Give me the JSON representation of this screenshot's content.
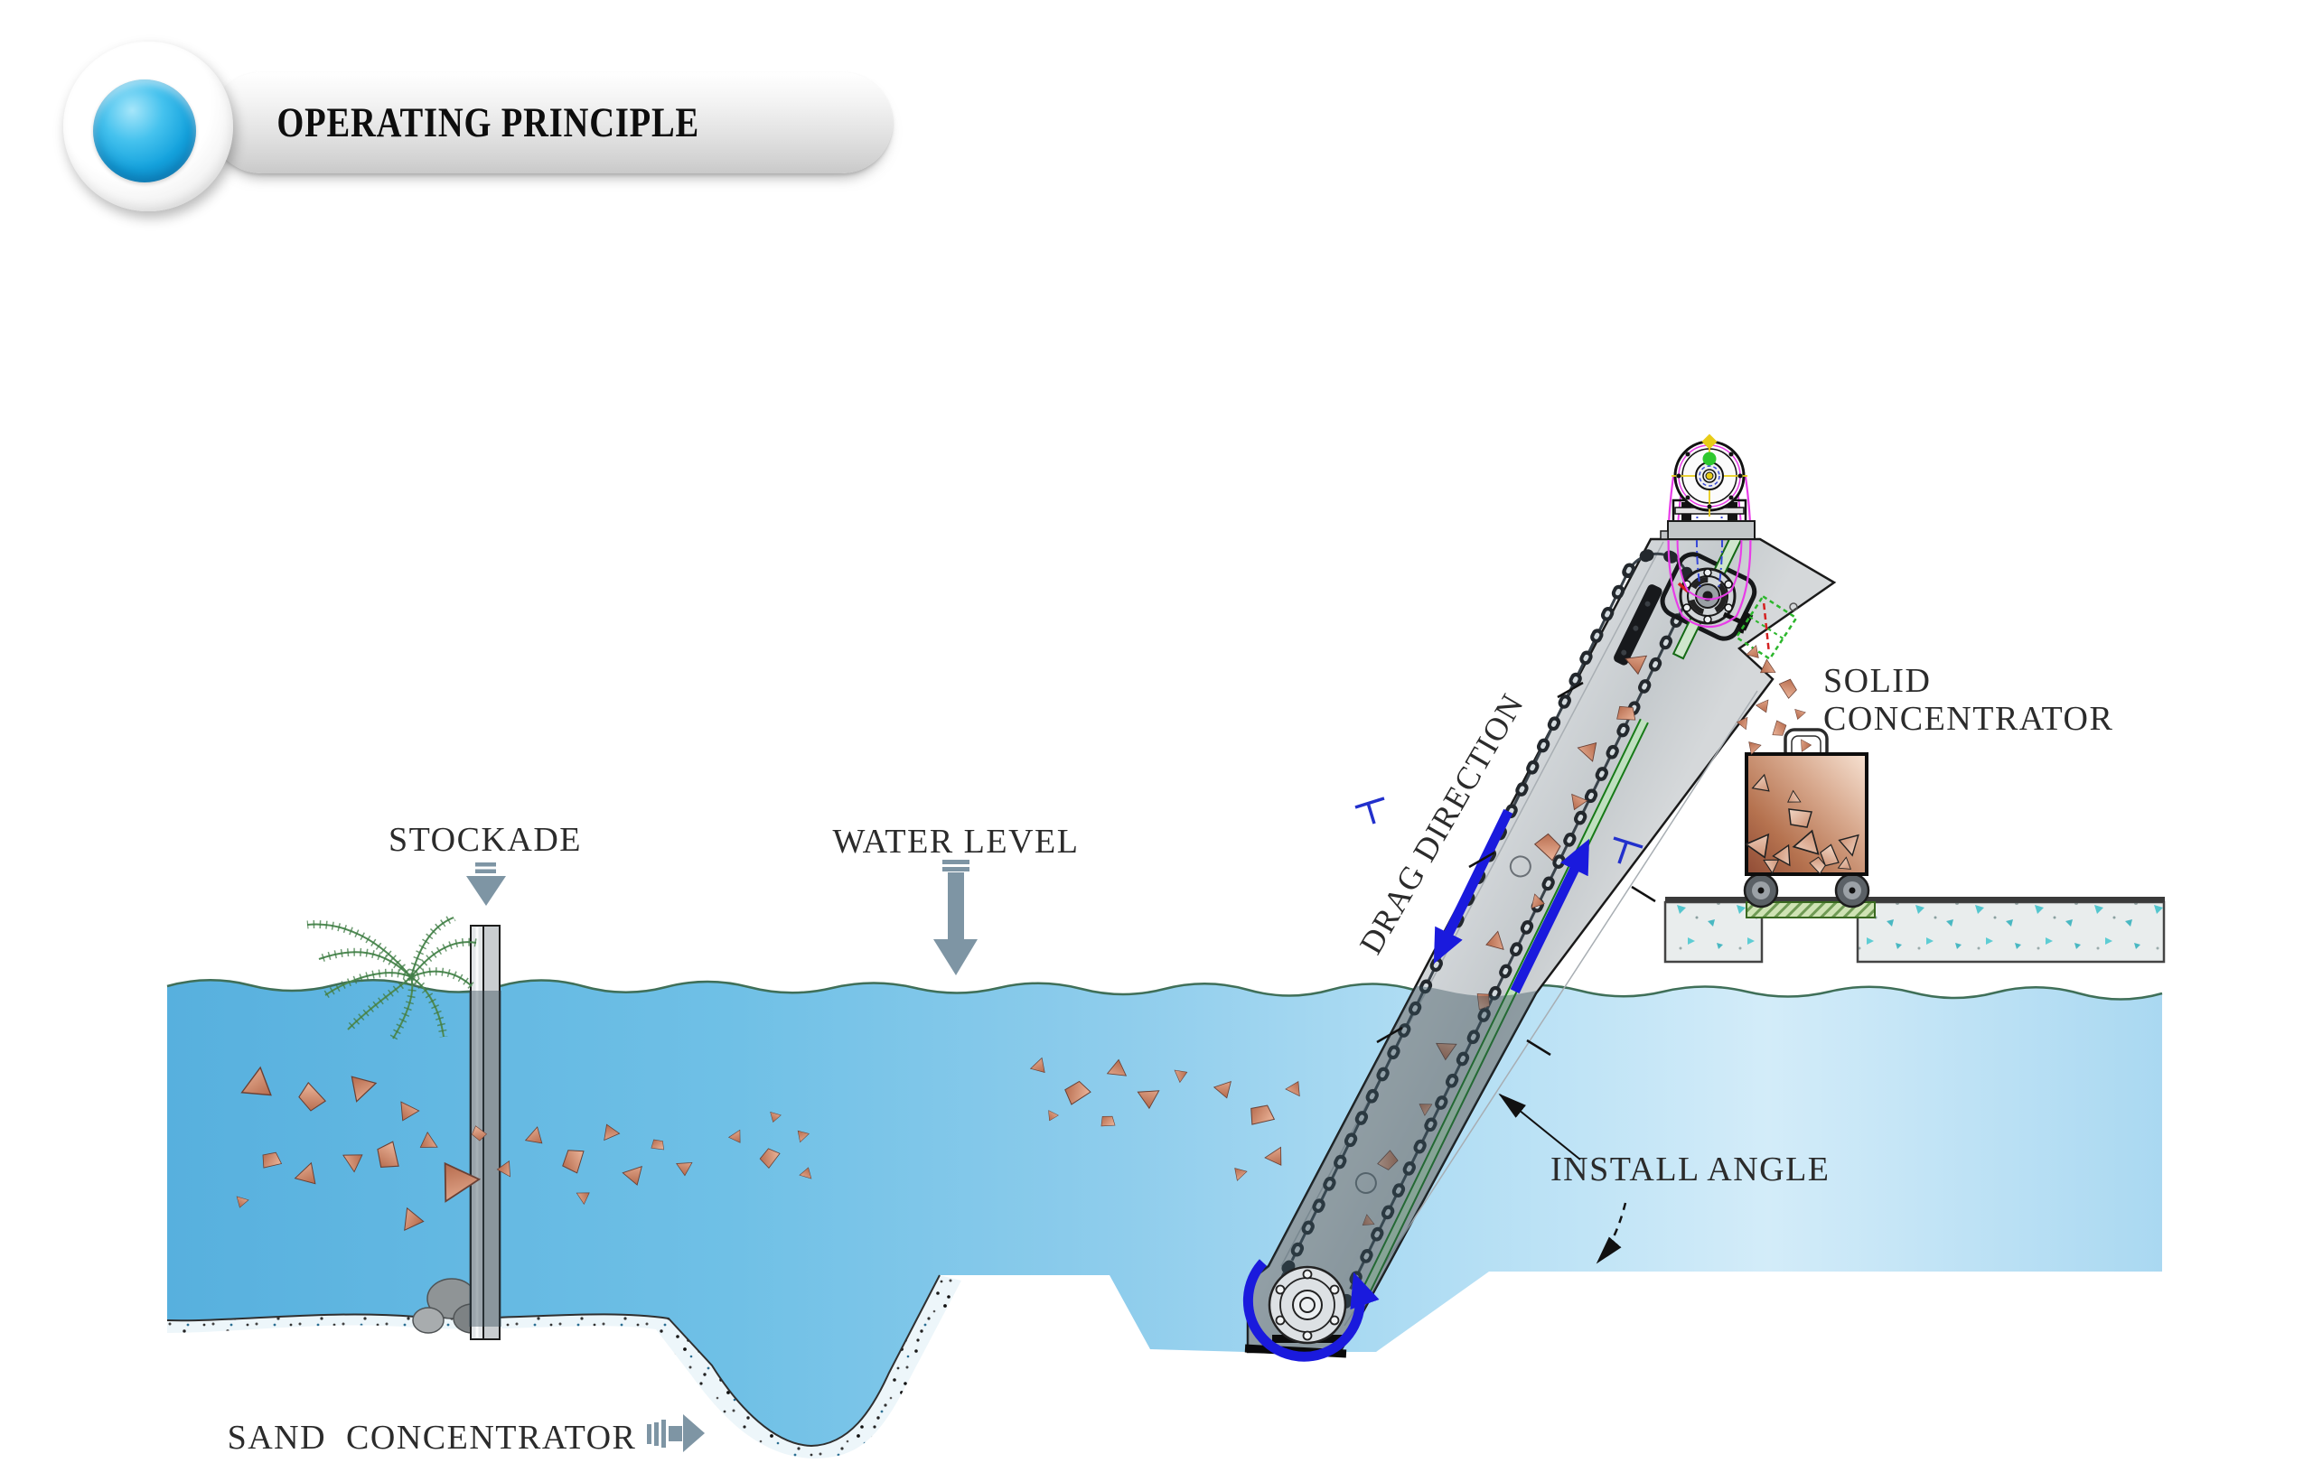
{
  "header": {
    "title": "OPERATING PRINCIPLE",
    "bullet_icon": "glossy-blue-circle-icon"
  },
  "diagram": {
    "labels": {
      "stockade": {
        "text": "STOCKADE",
        "pointer_icon": "down-arrow-icon"
      },
      "water_level": {
        "text": "WATER LEVEL",
        "pointer_icon": "down-arrow-icon"
      },
      "drag_direction": {
        "text": "DRAG DIRECTION"
      },
      "solid_concentrator": {
        "line1": "SOLID",
        "line2": "CONCENTRATOR"
      },
      "install_angle": {
        "text": "INSTALL ANGLE",
        "pointer_icon": "arc-arrow-icon"
      },
      "sand_concentrator": {
        "text": "SAND  CONCENTRATOR",
        "pointer_icon": "right-arrow-icon"
      }
    },
    "colors": {
      "accent_blue": "#14a2dd",
      "water_left": "#5fb3e0",
      "water_right": "#cfe9f8",
      "wave_line": "#3f6f58",
      "pointer_slate": "#7e95a4",
      "drag_arrow_blue": "#1a1add",
      "debris_salmon": "#c98a70",
      "cart_brown": "#a05a44",
      "platform_green": "#cfe3b4",
      "concrete_speck_teal": "#49c0c8",
      "trough_gray": "#d9dde0",
      "label_text": "#2b2b2b",
      "motor_magenta": "#e83ce8",
      "motor_green": "#2ec82e",
      "motor_yellow": "#e8cc18"
    }
  }
}
